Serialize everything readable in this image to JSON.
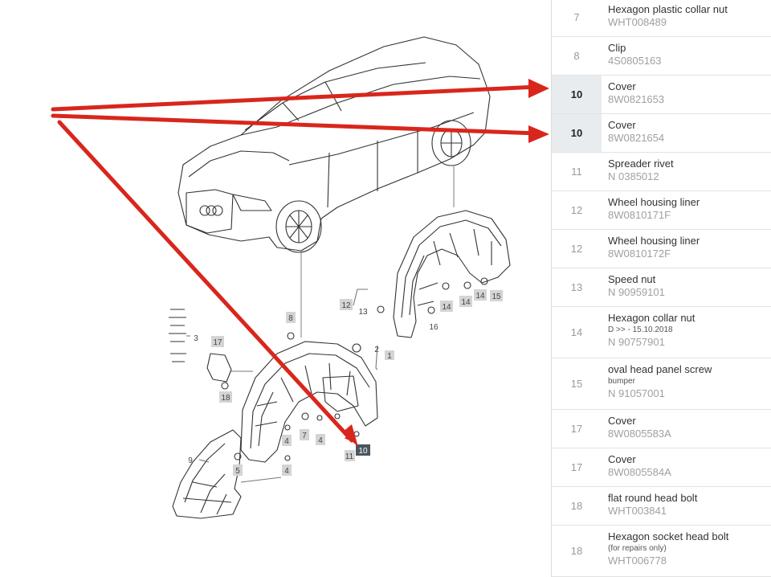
{
  "diagram": {
    "callouts": [
      "1",
      "2",
      "3",
      "4",
      "4",
      "4",
      "5",
      "7",
      "8",
      "9",
      "10",
      "11",
      "12",
      "13",
      "14",
      "14",
      "14",
      "15",
      "16",
      "17",
      "18"
    ],
    "selected_callout": "10",
    "arrow_color": "#d9261c",
    "highlight_color": "#4a5560"
  },
  "parts": [
    {
      "pos": "7",
      "name": "Hexagon plastic collar nut",
      "note": "",
      "number": "WHT008489",
      "highlight": false
    },
    {
      "pos": "8",
      "name": "Clip",
      "note": "",
      "number": "4S0805163",
      "highlight": false
    },
    {
      "pos": "10",
      "name": "Cover",
      "note": "",
      "number": "8W0821653",
      "highlight": true
    },
    {
      "pos": "10",
      "name": "Cover",
      "note": "",
      "number": "8W0821654",
      "highlight": true
    },
    {
      "pos": "11",
      "name": "Spreader rivet",
      "note": "",
      "number": "N 0385012",
      "highlight": false
    },
    {
      "pos": "12",
      "name": "Wheel housing liner",
      "note": "",
      "number": "8W0810171F",
      "highlight": false
    },
    {
      "pos": "12",
      "name": "Wheel housing liner",
      "note": "",
      "number": "8W0810172F",
      "highlight": false
    },
    {
      "pos": "13",
      "name": "Speed nut",
      "note": "",
      "number": "N 90959101",
      "highlight": false
    },
    {
      "pos": "14",
      "name": "Hexagon collar nut",
      "note": "D >> - 15.10.2018",
      "number": "N 90757901",
      "highlight": false
    },
    {
      "pos": "15",
      "name": "oval head panel screw",
      "note": "bumper",
      "number": "N 91057001",
      "highlight": false
    },
    {
      "pos": "17",
      "name": "Cover",
      "note": "",
      "number": "8W0805583A",
      "highlight": false
    },
    {
      "pos": "17",
      "name": "Cover",
      "note": "",
      "number": "8W0805584A",
      "highlight": false
    },
    {
      "pos": "18",
      "name": "flat round head bolt",
      "note": "",
      "number": "WHT003841",
      "highlight": false
    },
    {
      "pos": "18",
      "name": "Hexagon socket head bolt",
      "note": "(for repairs only)",
      "number": "WHT006778",
      "highlight": false
    }
  ]
}
